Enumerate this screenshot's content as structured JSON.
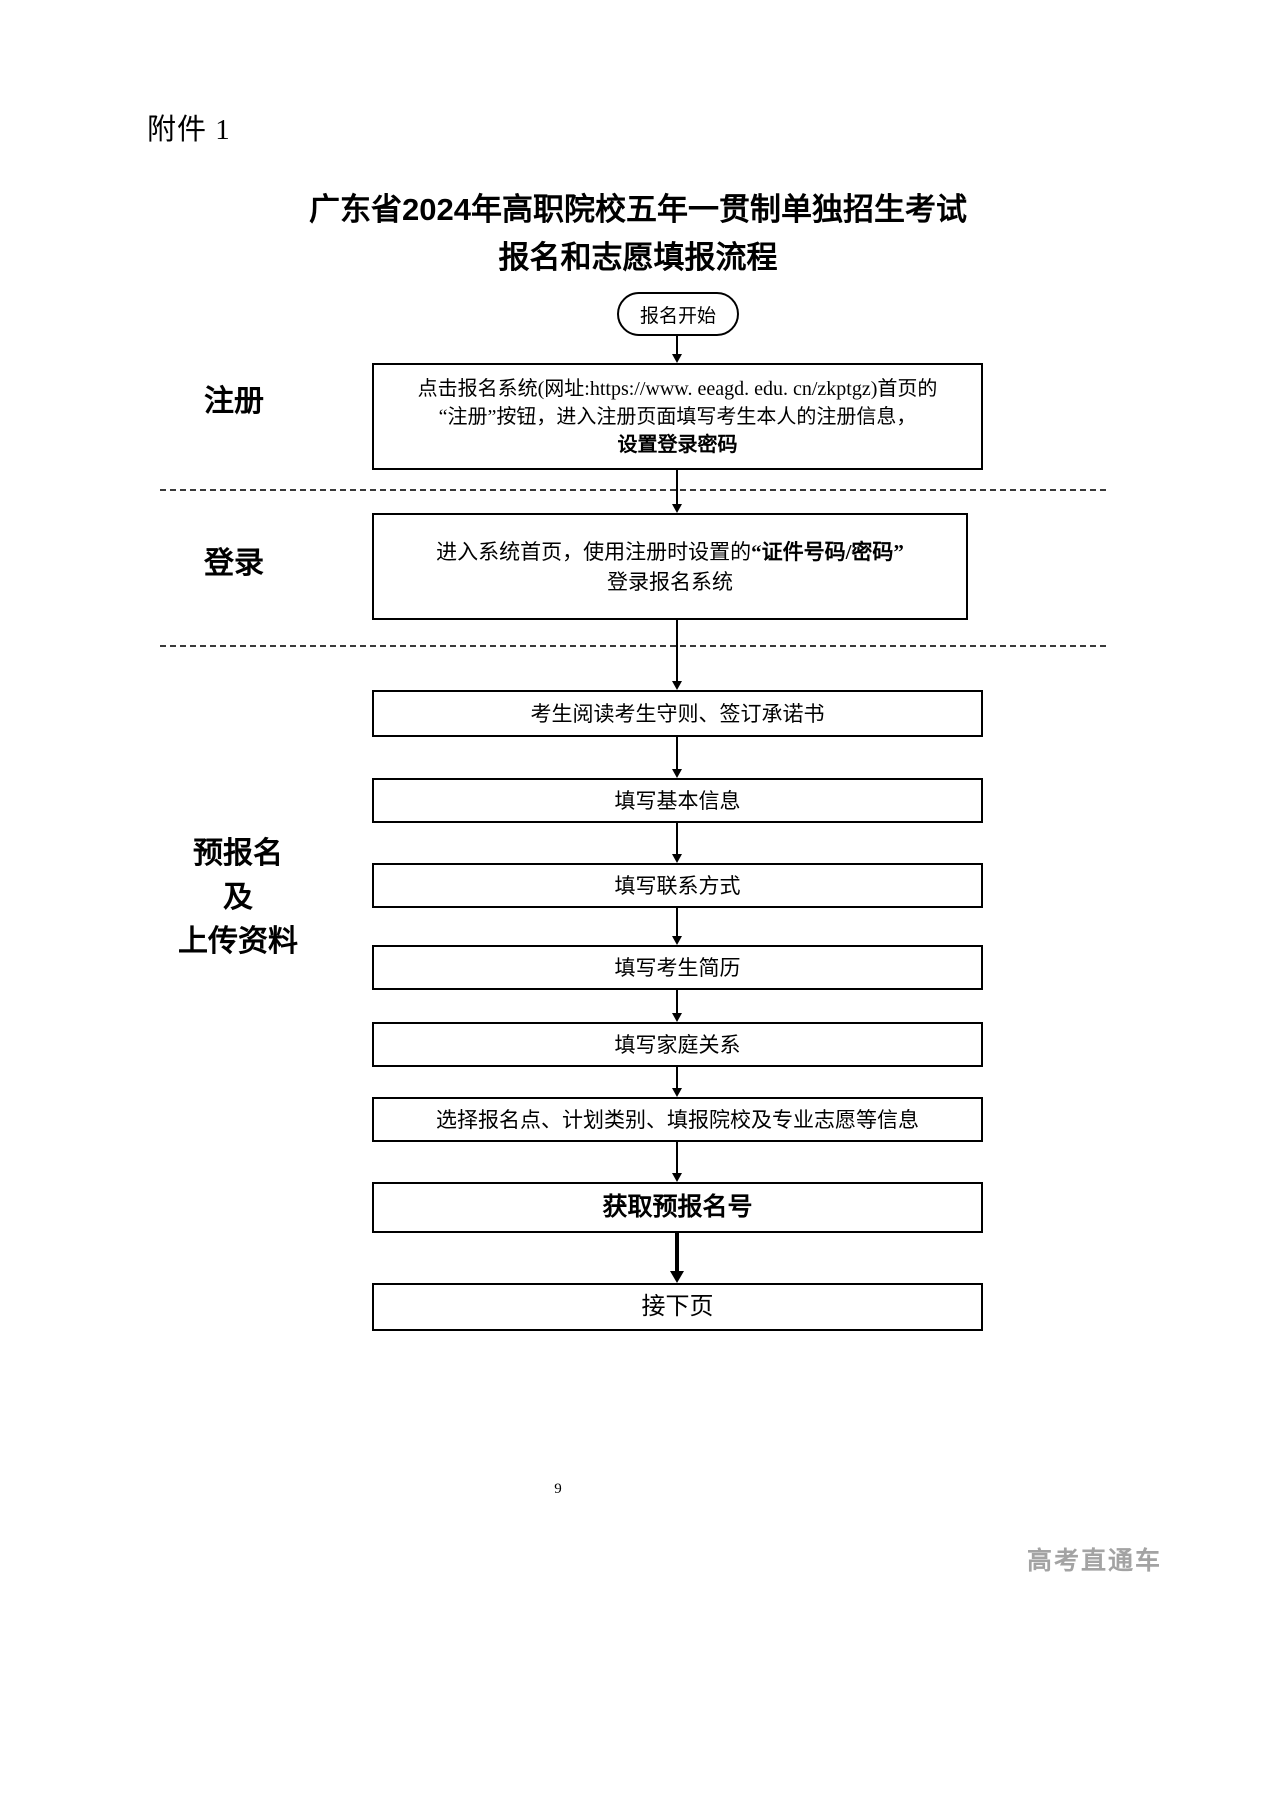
{
  "page": {
    "attachment_label": "附件 1",
    "title_line1": "广东省2024年高职院校五年一贯制单独招生考试",
    "title_line2": "报名和志愿填报流程",
    "page_number": "9",
    "watermark": "高考直通车"
  },
  "flowchart": {
    "start_label": "报名开始",
    "section_labels": {
      "register": "注册",
      "login": "登录",
      "prereg_line1": "预报名",
      "prereg_line2": "及",
      "prereg_line3": "上传资料"
    },
    "box_register": {
      "line1": "点击报名系统(网址:https://www. eeagd. edu. cn/zkptgz)首页的",
      "line2": "“注册”按钮，进入注册页面填写考生本人的注册信息，",
      "line3": "设置登录密码"
    },
    "box_login": {
      "line1_prefix": "进入系统首页，使用注册时设置的",
      "line1_bold": "“证件号码/密码”",
      "line2": "登录报名系统"
    },
    "steps": [
      "考生阅读考生守则、签订承诺书",
      "填写基本信息",
      "填写联系方式",
      "填写考生简历",
      "填写家庭关系",
      "选择报名点、计划类别、填报院校及专业志愿等信息"
    ],
    "box_prereg_number": "获取预报名号",
    "box_next_page": "接下页"
  }
}
